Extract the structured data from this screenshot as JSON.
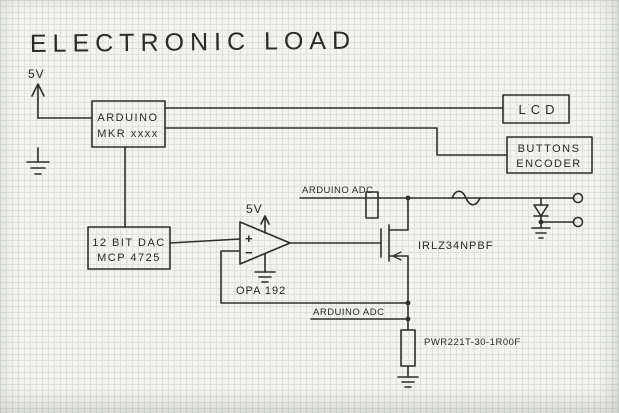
{
  "title": "ELECTRONIC LOAD",
  "colors": {
    "ink": "#2e2e2e",
    "paper": "#f3f4ef",
    "grid": "#dce1da"
  },
  "labels": {
    "supply_top_left": "5V"
  },
  "components": {
    "arduino": {
      "line1": "ARDUINO",
      "line2": "MKR xxxx"
    },
    "lcd": {
      "label": "LCD"
    },
    "buttons": {
      "line1": "BUTTONS",
      "line2": "ENCODER"
    },
    "dac": {
      "line1": "12 BIT DAC",
      "line2": "MCP 4725"
    },
    "opamp": {
      "label": "OPA 192",
      "supply": "5V",
      "plus": "+",
      "minus": "−"
    },
    "mosfet": {
      "label": "IRLZ34NPBF"
    },
    "adc_top": {
      "label": "ARDUINO ADC"
    },
    "adc_bottom": {
      "label": "ARDUINO ADC"
    },
    "shunt": {
      "label": "PWR221T-30-1R00F"
    }
  }
}
